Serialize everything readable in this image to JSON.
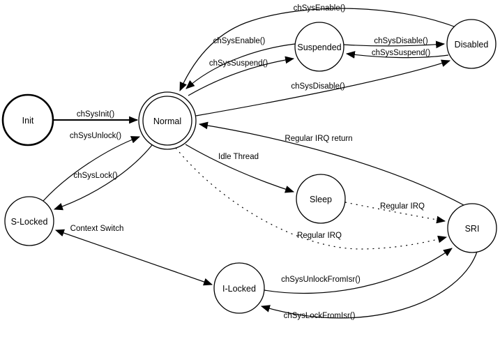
{
  "diagram": {
    "type": "state-machine",
    "background_color": "#ffffff",
    "line_color": "#000000",
    "nodes": [
      {
        "id": "init",
        "label": "Init",
        "shape": "bold-circle"
      },
      {
        "id": "normal",
        "label": "Normal",
        "shape": "double-circle"
      },
      {
        "id": "suspended",
        "label": "Suspended",
        "shape": "circle"
      },
      {
        "id": "disabled",
        "label": "Disabled",
        "shape": "circle"
      },
      {
        "id": "s-locked",
        "label": "S-Locked",
        "shape": "circle"
      },
      {
        "id": "sleep",
        "label": "Sleep",
        "shape": "circle"
      },
      {
        "id": "sri",
        "label": "SRI",
        "shape": "circle"
      },
      {
        "id": "i-locked",
        "label": "I-Locked",
        "shape": "circle"
      }
    ],
    "edges": [
      {
        "from": "init",
        "to": "normal",
        "label": "chSysInit()",
        "style": "solid",
        "bidirectional": false
      },
      {
        "from": "disabled",
        "to": "normal",
        "label": "chSysEnable()",
        "style": "solid",
        "bidirectional": false
      },
      {
        "from": "suspended",
        "to": "normal",
        "label": "chSysEnable()",
        "style": "solid",
        "bidirectional": false
      },
      {
        "from": "normal",
        "to": "suspended",
        "label": "chSysSuspend()",
        "style": "solid",
        "bidirectional": false
      },
      {
        "from": "suspended",
        "to": "disabled",
        "label": "chSysDisable()",
        "style": "solid",
        "bidirectional": false
      },
      {
        "from": "disabled",
        "to": "suspended",
        "label": "chSysSuspend()",
        "style": "solid",
        "bidirectional": false
      },
      {
        "from": "normal",
        "to": "disabled",
        "label": "chSysDisable()",
        "style": "solid",
        "bidirectional": false
      },
      {
        "from": "sri",
        "to": "normal",
        "label": "Regular IRQ return",
        "style": "solid",
        "bidirectional": false
      },
      {
        "from": "s-locked",
        "to": "normal",
        "label": "chSysUnlock()",
        "style": "solid",
        "bidirectional": false
      },
      {
        "from": "normal",
        "to": "s-locked",
        "label": "chSysLock()",
        "style": "solid",
        "bidirectional": false
      },
      {
        "from": "s-locked",
        "to": "i-locked",
        "label": "Context Switch",
        "style": "solid",
        "bidirectional": true
      },
      {
        "from": "normal",
        "to": "sleep",
        "label": "Idle Thread",
        "style": "solid",
        "bidirectional": false
      },
      {
        "from": "sleep",
        "to": "sri",
        "label": "Regular IRQ",
        "style": "dotted",
        "bidirectional": false
      },
      {
        "from": "normal",
        "to": "sri",
        "label": "Regular IRQ",
        "style": "dotted",
        "bidirectional": false
      },
      {
        "from": "i-locked",
        "to": "sri",
        "label": "chSysUnlockFromIsr()",
        "style": "solid",
        "bidirectional": false
      },
      {
        "from": "sri",
        "to": "i-locked",
        "label": "chSysLockFromIsr()",
        "style": "solid",
        "bidirectional": false
      }
    ]
  }
}
